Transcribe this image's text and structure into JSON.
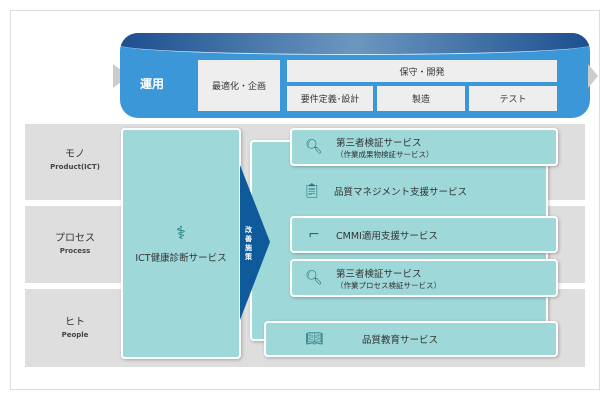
{
  "lifecycle": {
    "operation": "運用",
    "optimize_plan": "最適化・企画",
    "maintain_develop": "保守・開発",
    "requirements": "要件定義･設計",
    "build": "製造",
    "test": "テスト"
  },
  "rows": [
    {
      "jp": "モノ",
      "en": "Product(ICT)"
    },
    {
      "jp": "プロセス",
      "en": "Process"
    },
    {
      "jp": "ヒト",
      "en": "People"
    }
  ],
  "ict_service": "ICT健康診断サービス",
  "improvement": "改善施策",
  "services": [
    {
      "title": "第三者検証サービス",
      "sub": "（作業成果物検証サービス）",
      "icon": "magnifier"
    },
    {
      "title": "品質マネジメント支援サービス",
      "icon": "clipboard"
    },
    {
      "title": "CMMI適用支援サービス",
      "icon": "stairs"
    },
    {
      "title": "第三者検証サービス",
      "sub": "（作業プロセス検証サービス）",
      "icon": "magnifier"
    },
    {
      "title": "品質教育サービス",
      "icon": "book"
    }
  ],
  "colors": {
    "teal": "#9fd8d8",
    "blue": "#3b97d8",
    "dark_blue": "#0f5a9a"
  }
}
